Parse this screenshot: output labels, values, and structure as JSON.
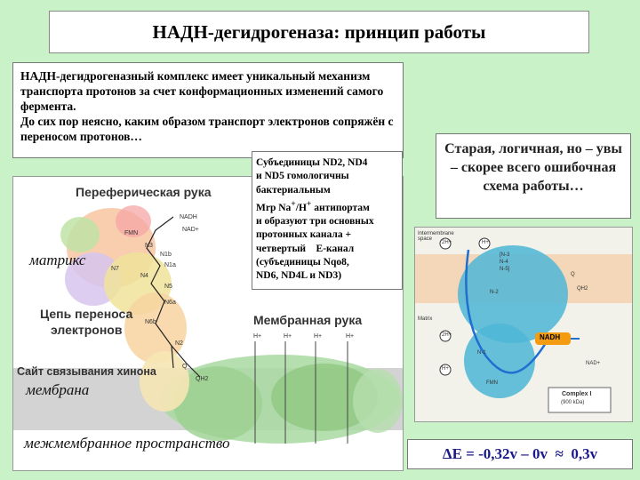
{
  "title": "НАДН-дегидрогеназа: принцип работы",
  "intro": {
    "p1": "НАДН-дегидрогеназный комплекс имеет уникальный механизм транспорта протонов за счет конформационных изменений самого фермента.",
    "p2": "До сих пор неясно, каким образом транспорт электронов сопряжён с переносом протонов…"
  },
  "subunit_note": {
    "line1": "Субъединицы ND2, ND4",
    "line2": "и ND5 гомологичны",
    "line3": "бактериальным",
    "line4a": "Mrp Na",
    "line4b": "/H",
    "line4c": " антипортам",
    "line5": "и образуют три основных",
    "line6": "протонных канала +",
    "line7": "четвертый    Е-канал",
    "line8": "(субъединицы Nqo8,",
    "line9": "ND6, ND4L и ND3)",
    "sup_plus": "+",
    "sup_plus2": "+"
  },
  "warning_note": "Старая, логичная, но – увы – скорее всего ошибочная схема работы…",
  "left_figure": {
    "peripheral_arm": "Переферическая рука",
    "matrix": "матрикс",
    "electron_chain_1": "Цепь переноса",
    "electron_chain_2": "электронов",
    "membrane_arm": "Мембранная рука",
    "quinone_site": "Сайт связывания хинона",
    "membrane": "мембрана",
    "intermembrane": "межмембранное пространство",
    "labels": {
      "nadh": "NADH",
      "nad": "NAD+",
      "fmn": "FMN",
      "n3": "N3",
      "n1b": "N1b",
      "n4": "N4",
      "n5": "N5",
      "n6a": "N6a",
      "n6b": "N6b",
      "n2": "N2",
      "q": "Q",
      "qh2": "QH2",
      "h": "H+",
      "n1a": "N1a",
      "n7": "N7"
    }
  },
  "right_figure": {
    "intermembrane": "Intermembrane space",
    "matrix": "Matrix",
    "nadh": "NADH",
    "nad": "NAD+",
    "complex": "Complex I",
    "complex_size": "(900 kDa)",
    "q": "Q",
    "qh2": "QH2",
    "fmn": "FMN",
    "h2": "2H+",
    "h": "H+",
    "n2": "N-2",
    "n1": "N-1",
    "cluster_a": "[N-3",
    "cluster_b": "N-4",
    "cluster_c": "N-5]"
  },
  "energy": "ΔE = -0,32v – 0v  ≈  0,3v",
  "colors": {
    "background": "#c9f2c9",
    "membrane": "#cfcfcf",
    "protein_blue": "#4db6d6",
    "nadh_orange": "#f39c12",
    "electron_line": "#1f6fd1",
    "energy_text": "#1a1a8a"
  }
}
